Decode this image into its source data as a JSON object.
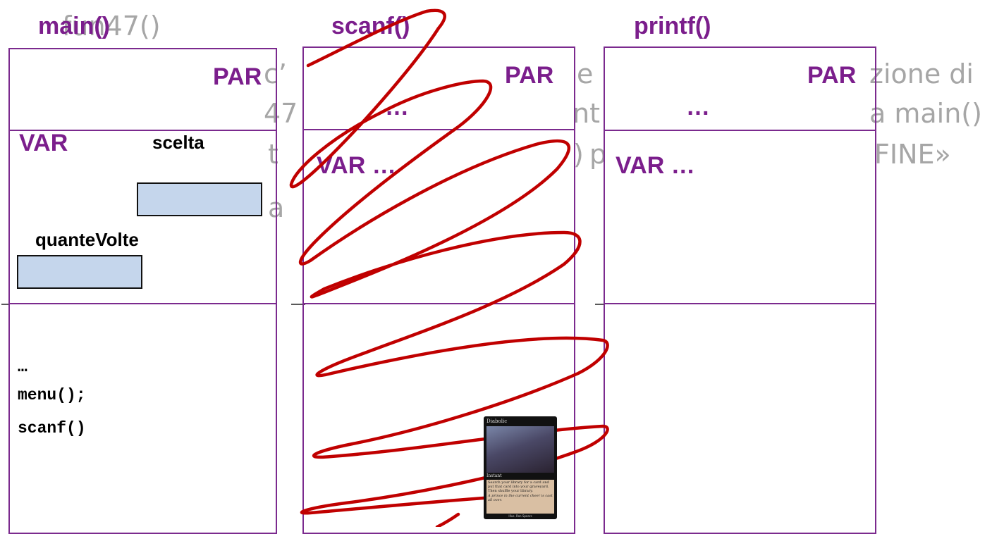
{
  "background_text": {
    "line1": "fun47()",
    "fragment_c": "c’",
    "fragment_e": "e",
    "fragment_zione": "zione di",
    "fragment_47": "47",
    "fragment_nt": "nt",
    "fragment_amain": "a main()",
    "fragment_t": "t",
    "fragment_paren": ")",
    "fragment_p": "p",
    "fragment_fine": "FINE»",
    "fragment_a": "a"
  },
  "columns": {
    "main": {
      "title": "main()",
      "par_label": "PAR",
      "var_label": "VAR",
      "var_scelta": "scelta",
      "var_quantevolte": "quanteVolte",
      "code_lines": [
        "…",
        "menu();",
        "scanf()"
      ]
    },
    "scanf": {
      "title": "scanf()",
      "par_label": "PAR",
      "par_value": "…",
      "var_label": "VAR …"
    },
    "printf": {
      "title": "printf()",
      "par_label": "PAR",
      "par_value": "…",
      "var_label": "VAR …"
    }
  },
  "colors": {
    "frame": "#7b2a8e",
    "title": "#7b1e8c",
    "scribble": "#c00000",
    "varbox_fill": "#c5d6ec",
    "faded_text": "#a6a6a6"
  },
  "card": {
    "name": "Diabolic",
    "type_line": "Instant",
    "rules_text": "Search your library for a card and put that card into your graveyard. Then shuffle your library.",
    "flavor_text": "A prince in the current cheer is cast all over.",
    "credit": "Illus. Ron Spears"
  }
}
